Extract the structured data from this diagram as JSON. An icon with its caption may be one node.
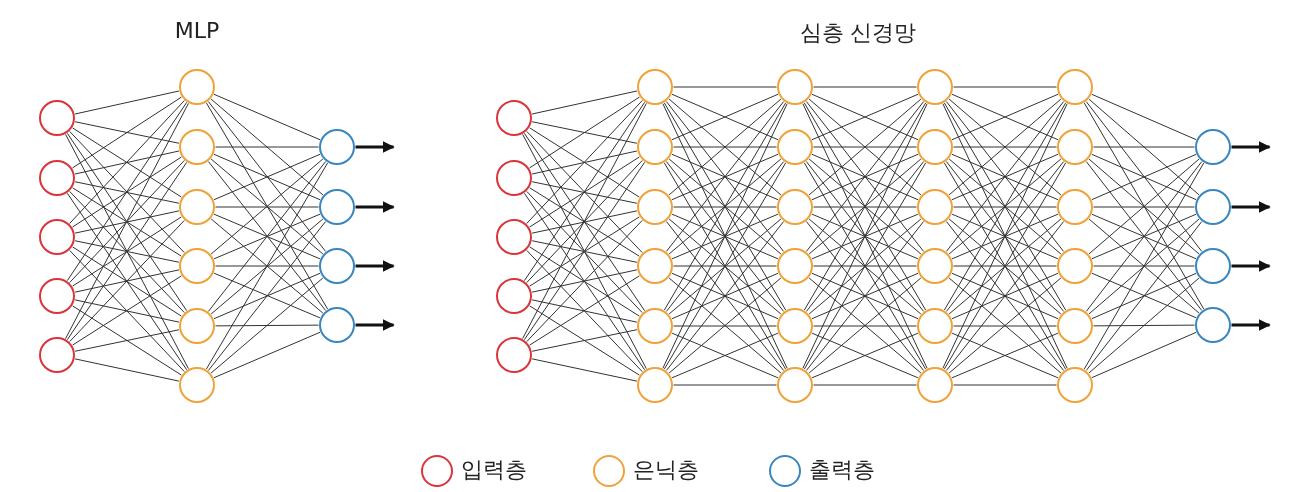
{
  "diagram": {
    "nodes": [
      {
        "text": [],
        "shape": "circle"
      },
      {
        "text": [],
        "shape": "circle"
      },
      {
        "text": [],
        "shape": "circle"
      },
      {
        "text": [],
        "shape": "circle"
      },
      {
        "text": [],
        "shape": "circle"
      },
      {
        "text": [],
        "shape": "circle"
      },
      {
        "text": [],
        "shape": "circle"
      },
      {
        "text": [],
        "shape": "circle"
      },
      {
        "text": [],
        "shape": "circle"
      },
      {
        "text": [],
        "shape": "circle"
      },
      {
        "text": [],
        "shape": "circle"
      },
      {
        "text": [],
        "shape": "circle"
      },
      {
        "text": [],
        "shape": "circle"
      },
      {
        "text": [],
        "shape": "circle"
      },
      {
        "text": [],
        "shape": "circle"
      },
      {
        "text": [],
        "shape": "circle"
      },
      {
        "text": [],
        "shape": "circle"
      },
      {
        "text": [],
        "shape": "circle"
      },
      {
        "text": [],
        "shape": "circle"
      },
      {
        "text": [],
        "shape": "circle"
      },
      {
        "text": [],
        "shape": "circle"
      },
      {
        "text": [],
        "shape": "circle"
      },
      {
        "text": [],
        "shape": "circle"
      },
      {
        "text": [],
        "shape": "circle"
      },
      {
        "text": [],
        "shape": "circle"
      },
      {
        "text": [],
        "shape": "circle"
      },
      {
        "text": [],
        "shape": "circle"
      },
      {
        "text": [],
        "shape": "circle"
      },
      {
        "text": [],
        "shape": "circle"
      },
      {
        "text": [],
        "shape": "circle"
      },
      {
        "text": [],
        "shape": "circle"
      },
      {
        "text": [],
        "shape": "circle"
      },
      {
        "text": [],
        "shape": "circle"
      },
      {
        "text": [],
        "shape": "circle"
      },
      {
        "text": [],
        "shape": "circle"
      },
      {
        "text": [],
        "shape": "circle"
      },
      {
        "text": [],
        "shape": "circle"
      },
      {
        "text": [],
        "shape": "circle"
      },
      {
        "text": [],
        "shape": "circle"
      },
      {
        "text": [],
        "shape": "circle"
      },
      {
        "text": [],
        "shape": "circle"
      },
      {
        "text": [],
        "shape": "circle"
      },
      {
        "text": [],
        "shape": "circle"
      },
      {
        "text": [],
        "shape": "circle"
      },
      {
        "text": [],
        "shape": "circle"
      },
      {
        "text": [],
        "shape": "circle"
      },
      {
        "text": [],
        "shape": "circle"
      },
      {
        "text": [],
        "shape": "circle"
      }
    ],
    "edges": [
      {
        "from": 0,
        "to": 5,
        "arrow": "none"
      },
      {
        "from": 0,
        "to": 6,
        "arrow": "none"
      },
      {
        "from": 0,
        "to": 7,
        "arrow": "none"
      },
      {
        "from": 0,
        "to": 8,
        "arrow": "none"
      },
      {
        "from": 0,
        "to": 9,
        "arrow": "none"
      },
      {
        "from": 0,
        "to": 10,
        "arrow": "none"
      },
      {
        "from": 1,
        "to": 5,
        "arrow": "none"
      },
      {
        "from": 1,
        "to": 6,
        "arrow": "none"
      },
      {
        "from": 1,
        "to": 7,
        "arrow": "none"
      },
      {
        "from": 1,
        "to": 8,
        "arrow": "none"
      },
      {
        "from": 1,
        "to": 9,
        "arrow": "none"
      },
      {
        "from": 1,
        "to": 10,
        "arrow": "none"
      },
      {
        "from": 2,
        "to": 5,
        "arrow": "none"
      },
      {
        "from": 2,
        "to": 6,
        "arrow": "none"
      },
      {
        "from": 2,
        "to": 7,
        "arrow": "none"
      },
      {
        "from": 2,
        "to": 8,
        "arrow": "none"
      },
      {
        "from": 2,
        "to": 9,
        "arrow": "none"
      },
      {
        "from": 2,
        "to": 10,
        "arrow": "none"
      },
      {
        "from": 3,
        "to": 5,
        "arrow": "none"
      },
      {
        "from": 3,
        "to": 6,
        "arrow": "none"
      },
      {
        "from": 3,
        "to": 7,
        "arrow": "none"
      },
      {
        "from": 3,
        "to": 8,
        "arrow": "none"
      },
      {
        "from": 3,
        "to": 9,
        "arrow": "none"
      },
      {
        "from": 3,
        "to": 10,
        "arrow": "none"
      },
      {
        "from": 4,
        "to": 5,
        "arrow": "none"
      },
      {
        "from": 4,
        "to": 6,
        "arrow": "none"
      },
      {
        "from": 4,
        "to": 7,
        "arrow": "none"
      },
      {
        "from": 4,
        "to": 8,
        "arrow": "none"
      },
      {
        "from": 4,
        "to": 9,
        "arrow": "none"
      },
      {
        "from": 4,
        "to": 10,
        "arrow": "none"
      },
      {
        "from": 5,
        "to": 11,
        "arrow": "none"
      },
      {
        "from": 5,
        "to": 12,
        "arrow": "none"
      },
      {
        "from": 5,
        "to": 13,
        "arrow": "none"
      },
      {
        "from": 5,
        "to": 14,
        "arrow": "none"
      },
      {
        "from": 6,
        "to": 11,
        "arrow": "none"
      },
      {
        "from": 6,
        "to": 12,
        "arrow": "none"
      },
      {
        "from": 6,
        "to": 13,
        "arrow": "none"
      },
      {
        "from": 6,
        "to": 14,
        "arrow": "none"
      },
      {
        "from": 7,
        "to": 11,
        "arrow": "none"
      },
      {
        "from": 7,
        "to": 12,
        "arrow": "none"
      },
      {
        "from": 7,
        "to": 13,
        "arrow": "none"
      },
      {
        "from": 7,
        "to": 14,
        "arrow": "none"
      },
      {
        "from": 8,
        "to": 11,
        "arrow": "none"
      },
      {
        "from": 8,
        "to": 12,
        "arrow": "none"
      },
      {
        "from": 8,
        "to": 13,
        "arrow": "none"
      },
      {
        "from": 8,
        "to": 14,
        "arrow": "none"
      },
      {
        "from": 9,
        "to": 11,
        "arrow": "none"
      },
      {
        "from": 9,
        "to": 12,
        "arrow": "none"
      },
      {
        "from": 9,
        "to": 13,
        "arrow": "none"
      },
      {
        "from": 9,
        "to": 14,
        "arrow": "none"
      },
      {
        "from": 10,
        "to": 11,
        "arrow": "none"
      },
      {
        "from": 10,
        "to": 12,
        "arrow": "none"
      },
      {
        "from": 10,
        "to": 13,
        "arrow": "none"
      },
      {
        "from": 10,
        "to": 14,
        "arrow": "none"
      },
      {
        "from": 11,
        "to": null,
        "arrow": "to",
        "style": "thick"
      },
      {
        "from": 12,
        "to": null,
        "arrow": "to",
        "style": "thick"
      },
      {
        "from": 13,
        "to": null,
        "arrow": "to",
        "style": "thick"
      },
      {
        "from": 14,
        "to": null,
        "arrow": "to",
        "style": "thick"
      },
      {
        "from": 15,
        "to": 20,
        "arrow": "none"
      },
      {
        "from": 15,
        "to": 21,
        "arrow": "none"
      },
      {
        "from": 15,
        "to": 22,
        "arrow": "none"
      },
      {
        "from": 15,
        "to": 23,
        "arrow": "none"
      },
      {
        "from": 15,
        "to": 24,
        "arrow": "none"
      },
      {
        "from": 15,
        "to": 25,
        "arrow": "none"
      },
      {
        "from": 16,
        "to": 20,
        "arrow": "none"
      },
      {
        "from": 16,
        "to": 21,
        "arrow": "none"
      },
      {
        "from": 16,
        "to": 22,
        "arrow": "none"
      },
      {
        "from": 16,
        "to": 23,
        "arrow": "none"
      },
      {
        "from": 16,
        "to": 24,
        "arrow": "none"
      },
      {
        "from": 16,
        "to": 25,
        "arrow": "none"
      },
      {
        "from": 17,
        "to": 20,
        "arrow": "none"
      },
      {
        "from": 17,
        "to": 21,
        "arrow": "none"
      },
      {
        "from": 17,
        "to": 22,
        "arrow": "none"
      },
      {
        "from": 17,
        "to": 23,
        "arrow": "none"
      },
      {
        "from": 17,
        "to": 24,
        "arrow": "none"
      },
      {
        "from": 17,
        "to": 25,
        "arrow": "none"
      },
      {
        "from": 18,
        "to": 20,
        "arrow": "none"
      },
      {
        "from": 18,
        "to": 21,
        "arrow": "none"
      },
      {
        "from": 18,
        "to": 22,
        "arrow": "none"
      },
      {
        "from": 18,
        "to": 23,
        "arrow": "none"
      },
      {
        "from": 18,
        "to": 24,
        "arrow": "none"
      },
      {
        "from": 18,
        "to": 25,
        "arrow": "none"
      },
      {
        "from": 19,
        "to": 20,
        "arrow": "none"
      },
      {
        "from": 19,
        "to": 21,
        "arrow": "none"
      },
      {
        "from": 19,
        "to": 22,
        "arrow": "none"
      },
      {
        "from": 19,
        "to": 23,
        "arrow": "none"
      },
      {
        "from": 19,
        "to": 24,
        "arrow": "none"
      },
      {
        "from": 19,
        "to": 25,
        "arrow": "none"
      },
      {
        "from": 20,
        "to": 26,
        "arrow": "none"
      },
      {
        "from": 20,
        "to": 27,
        "arrow": "none"
      },
      {
        "from": 20,
        "to": 28,
        "arrow": "none"
      },
      {
        "from": 20,
        "to": 29,
        "arrow": "none"
      },
      {
        "from": 20,
        "to": 30,
        "arrow": "none"
      },
      {
        "from": 20,
        "to": 31,
        "arrow": "none"
      },
      {
        "from": 21,
        "to": 26,
        "arrow": "none"
      },
      {
        "from": 21,
        "to": 27,
        "arrow": "none"
      },
      {
        "from": 21,
        "to": 28,
        "arrow": "none"
      },
      {
        "from": 21,
        "to": 29,
        "arrow": "none"
      },
      {
        "from": 21,
        "to": 30,
        "arrow": "none"
      },
      {
        "from": 21,
        "to": 31,
        "arrow": "none"
      },
      {
        "from": 22,
        "to": 26,
        "arrow": "none"
      },
      {
        "from": 22,
        "to": 27,
        "arrow": "none"
      },
      {
        "from": 22,
        "to": 28,
        "arrow": "none"
      },
      {
        "from": 22,
        "to": 29,
        "arrow": "none"
      },
      {
        "from": 22,
        "to": 30,
        "arrow": "none"
      },
      {
        "from": 22,
        "to": 31,
        "arrow": "none"
      },
      {
        "from": 23,
        "to": 26,
        "arrow": "none"
      },
      {
        "from": 23,
        "to": 27,
        "arrow": "none"
      },
      {
        "from": 23,
        "to": 28,
        "arrow": "none"
      },
      {
        "from": 23,
        "to": 29,
        "arrow": "none"
      },
      {
        "from": 23,
        "to": 30,
        "arrow": "none"
      },
      {
        "from": 23,
        "to": 31,
        "arrow": "none"
      },
      {
        "from": 24,
        "to": 26,
        "arrow": "none"
      },
      {
        "from": 24,
        "to": 27,
        "arrow": "none"
      },
      {
        "from": 24,
        "to": 28,
        "arrow": "none"
      },
      {
        "from": 24,
        "to": 29,
        "arrow": "none"
      },
      {
        "from": 24,
        "to": 30,
        "arrow": "none"
      },
      {
        "from": 24,
        "to": 31,
        "arrow": "none"
      },
      {
        "from": 25,
        "to": 26,
        "arrow": "none"
      },
      {
        "from": 25,
        "to": 27,
        "arrow": "none"
      },
      {
        "from": 25,
        "to": 28,
        "arrow": "none"
      },
      {
        "from": 25,
        "to": 29,
        "arrow": "none"
      },
      {
        "from": 25,
        "to": 30,
        "arrow": "none"
      },
      {
        "from": 25,
        "to": 31,
        "arrow": "none"
      },
      {
        "from": 26,
        "to": 32,
        "arrow": "none"
      },
      {
        "from": 26,
        "to": 33,
        "arrow": "none"
      },
      {
        "from": 26,
        "to": 34,
        "arrow": "none"
      },
      {
        "from": 26,
        "to": 35,
        "arrow": "none"
      },
      {
        "from": 26,
        "to": 36,
        "arrow": "none"
      },
      {
        "from": 26,
        "to": 37,
        "arrow": "none"
      },
      {
        "from": 27,
        "to": 32,
        "arrow": "none"
      },
      {
        "from": 27,
        "to": 33,
        "arrow": "none"
      },
      {
        "from": 27,
        "to": 34,
        "arrow": "none"
      },
      {
        "from": 27,
        "to": 35,
        "arrow": "none"
      },
      {
        "from": 27,
        "to": 36,
        "arrow": "none"
      },
      {
        "from": 27,
        "to": 37,
        "arrow": "none"
      },
      {
        "from": 28,
        "to": 32,
        "arrow": "none"
      },
      {
        "from": 28,
        "to": 33,
        "arrow": "none"
      },
      {
        "from": 28,
        "to": 34,
        "arrow": "none"
      },
      {
        "from": 28,
        "to": 35,
        "arrow": "none"
      },
      {
        "from": 28,
        "to": 36,
        "arrow": "none"
      },
      {
        "from": 28,
        "to": 37,
        "arrow": "none"
      },
      {
        "from": 29,
        "to": 32,
        "arrow": "none"
      },
      {
        "from": 29,
        "to": 33,
        "arrow": "none"
      },
      {
        "from": 29,
        "to": 34,
        "arrow": "none"
      },
      {
        "from": 29,
        "to": 35,
        "arrow": "none"
      },
      {
        "from": 29,
        "to": 36,
        "arrow": "none"
      },
      {
        "from": 29,
        "to": 37,
        "arrow": "none"
      },
      {
        "from": 30,
        "to": 32,
        "arrow": "none"
      },
      {
        "from": 30,
        "to": 33,
        "arrow": "none"
      },
      {
        "from": 30,
        "to": 34,
        "arrow": "none"
      },
      {
        "from": 30,
        "to": 35,
        "arrow": "none"
      },
      {
        "from": 30,
        "to": 36,
        "arrow": "none"
      },
      {
        "from": 30,
        "to": 37,
        "arrow": "none"
      },
      {
        "from": 31,
        "to": 32,
        "arrow": "none"
      },
      {
        "from": 31,
        "to": 33,
        "arrow": "none"
      },
      {
        "from": 31,
        "to": 34,
        "arrow": "none"
      },
      {
        "from": 31,
        "to": 35,
        "arrow": "none"
      },
      {
        "from": 31,
        "to": 36,
        "arrow": "none"
      },
      {
        "from": 31,
        "to": 37,
        "arrow": "none"
      },
      {
        "from": 32,
        "to": 38,
        "arrow": "none"
      },
      {
        "from": 32,
        "to": 39,
        "arrow": "none"
      },
      {
        "from": 32,
        "to": 40,
        "arrow": "none"
      },
      {
        "from": 32,
        "to": 41,
        "arrow": "none"
      },
      {
        "from": 32,
        "to": 42,
        "arrow": "none"
      },
      {
        "from": 32,
        "to": 43,
        "arrow": "none"
      },
      {
        "from": 33,
        "to": 38,
        "arrow": "none"
      },
      {
        "from": 33,
        "to": 39,
        "arrow": "none"
      },
      {
        "from": 33,
        "to": 40,
        "arrow": "none"
      },
      {
        "from": 33,
        "to": 41,
        "arrow": "none"
      },
      {
        "from": 33,
        "to": 42,
        "arrow": "none"
      },
      {
        "from": 33,
        "to": 43,
        "arrow": "none"
      },
      {
        "from": 34,
        "to": 38,
        "arrow": "none"
      },
      {
        "from": 34,
        "to": 39,
        "arrow": "none"
      },
      {
        "from": 34,
        "to": 40,
        "arrow": "none"
      },
      {
        "from": 34,
        "to": 41,
        "arrow": "none"
      },
      {
        "from": 34,
        "to": 42,
        "arrow": "none"
      },
      {
        "from": 34,
        "to": 43,
        "arrow": "none"
      },
      {
        "from": 35,
        "to": 38,
        "arrow": "none"
      },
      {
        "from": 35,
        "to": 39,
        "arrow": "none"
      },
      {
        "from": 35,
        "to": 40,
        "arrow": "none"
      },
      {
        "from": 35,
        "to": 41,
        "arrow": "none"
      },
      {
        "from": 35,
        "to": 42,
        "arrow": "none"
      },
      {
        "from": 35,
        "to": 43,
        "arrow": "none"
      },
      {
        "from": 36,
        "to": 38,
        "arrow": "none"
      },
      {
        "from": 36,
        "to": 39,
        "arrow": "none"
      },
      {
        "from": 36,
        "to": 40,
        "arrow": "none"
      },
      {
        "from": 36,
        "to": 41,
        "arrow": "none"
      },
      {
        "from": 36,
        "to": 42,
        "arrow": "none"
      },
      {
        "from": 36,
        "to": 43,
        "arrow": "none"
      },
      {
        "from": 37,
        "to": 38,
        "arrow": "none"
      },
      {
        "from": 37,
        "to": 39,
        "arrow": "none"
      },
      {
        "from": 37,
        "to": 40,
        "arrow": "none"
      },
      {
        "from": 37,
        "to": 41,
        "arrow": "none"
      },
      {
        "from": 37,
        "to": 42,
        "arrow": "none"
      },
      {
        "from": 37,
        "to": 43,
        "arrow": "none"
      },
      {
        "from": 38,
        "to": 44,
        "arrow": "none"
      },
      {
        "from": 38,
        "to": 45,
        "arrow": "none"
      },
      {
        "from": 38,
        "to": 46,
        "arrow": "none"
      },
      {
        "from": 38,
        "to": 47,
        "arrow": "none"
      },
      {
        "from": 39,
        "to": 44,
        "arrow": "none"
      },
      {
        "from": 39,
        "to": 45,
        "arrow": "none"
      },
      {
        "from": 39,
        "to": 46,
        "arrow": "none"
      },
      {
        "from": 39,
        "to": 47,
        "arrow": "none"
      },
      {
        "from": 40,
        "to": 44,
        "arrow": "none"
      },
      {
        "from": 40,
        "to": 45,
        "arrow": "none"
      },
      {
        "from": 40,
        "to": 46,
        "arrow": "none"
      },
      {
        "from": 40,
        "to": 47,
        "arrow": "none"
      },
      {
        "from": 41,
        "to": 44,
        "arrow": "none"
      },
      {
        "from": 41,
        "to": 45,
        "arrow": "none"
      },
      {
        "from": 41,
        "to": 46,
        "arrow": "none"
      },
      {
        "from": 41,
        "to": 47,
        "arrow": "none"
      },
      {
        "from": 42,
        "to": 44,
        "arrow": "none"
      },
      {
        "from": 42,
        "to": 45,
        "arrow": "none"
      },
      {
        "from": 42,
        "to": 46,
        "arrow": "none"
      },
      {
        "from": 42,
        "to": 47,
        "arrow": "none"
      },
      {
        "from": 43,
        "to": 44,
        "arrow": "none"
      },
      {
        "from": 43,
        "to": 45,
        "arrow": "none"
      },
      {
        "from": 43,
        "to": 46,
        "arrow": "none"
      },
      {
        "from": 43,
        "to": 47,
        "arrow": "none"
      },
      {
        "from": 44,
        "to": null,
        "arrow": "to",
        "style": "thick"
      },
      {
        "from": 45,
        "to": null,
        "arrow": "to",
        "style": "thick"
      },
      {
        "from": 46,
        "to": null,
        "arrow": "to",
        "style": "thick"
      },
      {
        "from": 47,
        "to": null,
        "arrow": "to",
        "style": "thick"
      }
    ],
    "labels": [
      "MLP",
      "심층 신경망"
    ],
    "legend": [
      {
        "text": "입력층",
        "color": "#d9353b"
      },
      {
        "text": "은닉층",
        "color": "#f0a23a"
      },
      {
        "text": "출력층",
        "color": "#3a87c0"
      }
    ]
  }
}
